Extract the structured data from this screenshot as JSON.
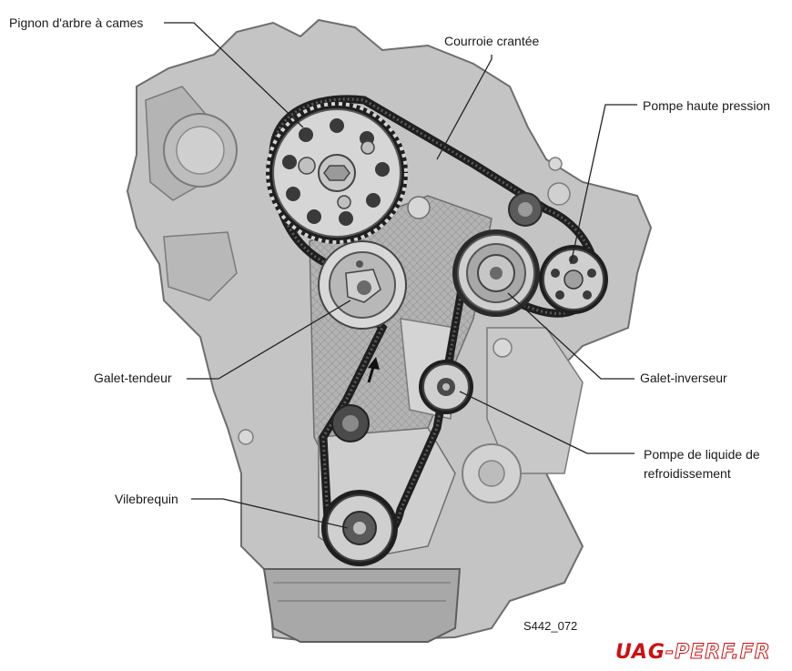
{
  "labels": {
    "camshaft_sprocket": "Pignon d'arbre à cames",
    "toothed_belt": "Courroie crantée",
    "high_pressure_pump": "Pompe haute pression",
    "tensioner_pulley": "Galet-tendeur",
    "idler_pulley": "Galet-inverseur",
    "coolant_pump_line1": "Pompe de liquide de",
    "coolant_pump_line2": "refroidissement",
    "crankshaft": "Vilebrequin"
  },
  "figure_id": "S442_072",
  "watermark": {
    "prefix": "UAG",
    "suffix": "-PERF.FR",
    "color": "#cc1111"
  },
  "colors": {
    "engine_block": "#c9c9c9",
    "engine_dark": "#9a9a9a",
    "belt": "#1f1f1f",
    "sprocket": "#dcdcdc",
    "cover_mesh": "#a9a9a9"
  },
  "icons": {
    "belt_direction": "arrow-up-icon"
  }
}
